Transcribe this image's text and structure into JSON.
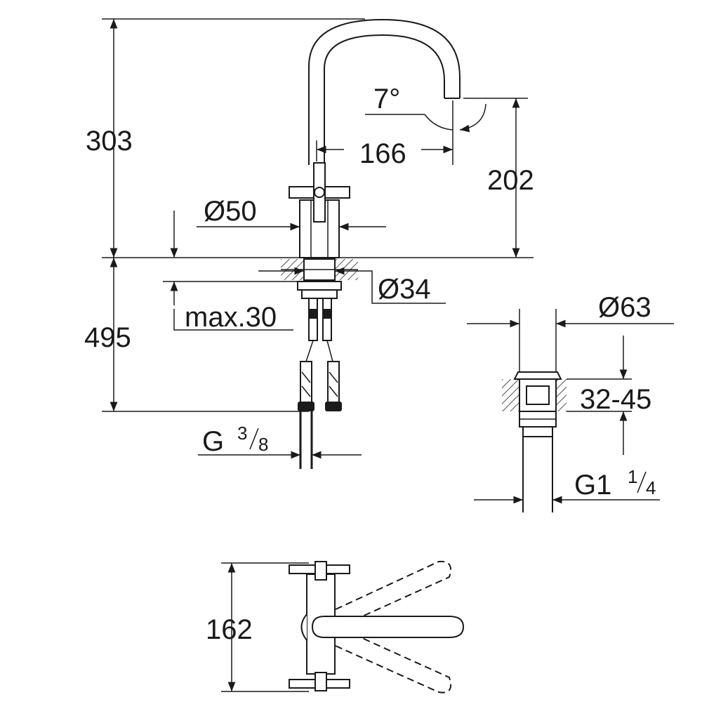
{
  "dimensions": {
    "height_top": "303",
    "spout_angle": "7°",
    "reach": "166",
    "spout_height": "202",
    "base_diameter": "Ø50",
    "hole_diameter": "Ø34",
    "max_deck": "max.30",
    "height_below": "495",
    "thread_main": "G",
    "thread_main_num": "3",
    "thread_main_den": "8",
    "waste_diameter": "Ø63",
    "waste_range": "32-45",
    "waste_thread": "G1",
    "waste_thread_num": "1",
    "waste_thread_den": "4",
    "handle_span": "162"
  }
}
